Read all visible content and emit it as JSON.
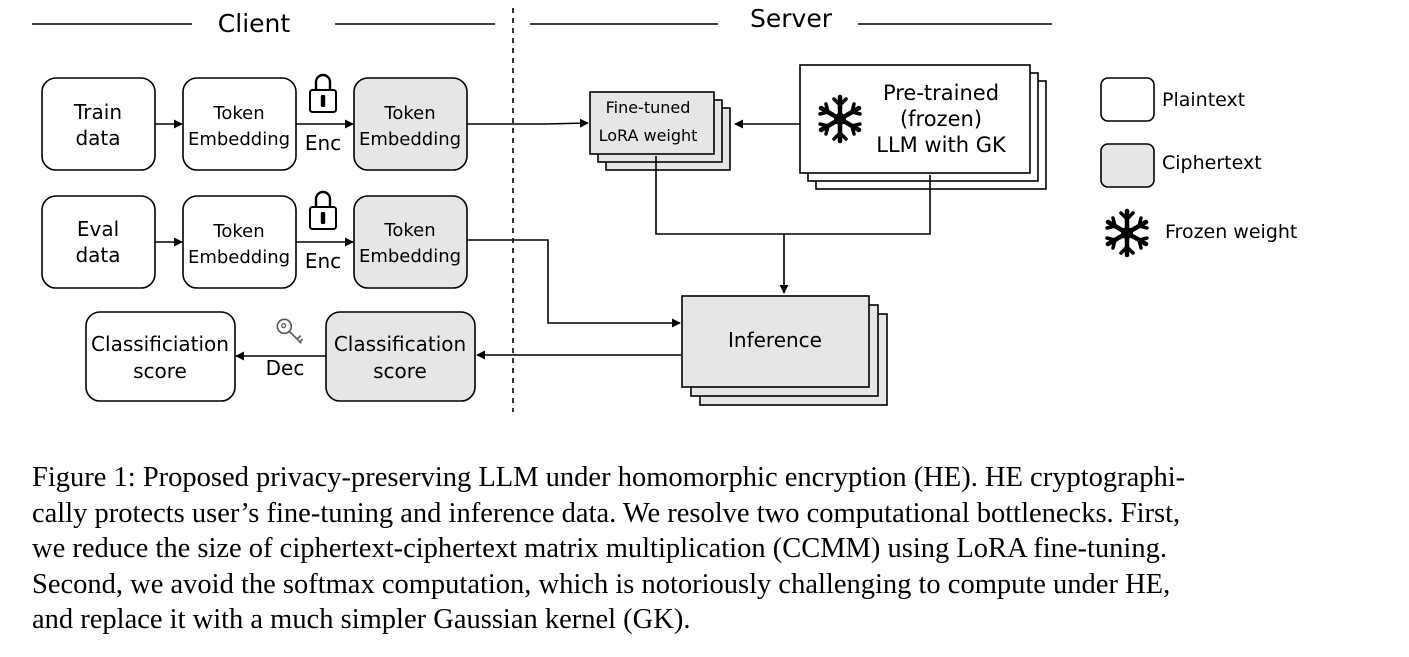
{
  "sections": {
    "client": "Client",
    "server": "Server"
  },
  "client": {
    "train_data": [
      "Train",
      "data"
    ],
    "eval_data": [
      "Eval",
      "data"
    ],
    "token_embedding": [
      "Token",
      "Embedding"
    ],
    "enc_label": "Enc",
    "dec_label": "Dec",
    "classification_score": [
      "Classificiation",
      "score"
    ],
    "enc_classification_score": [
      "Classification",
      "score"
    ]
  },
  "server": {
    "lora": [
      "Fine-tuned",
      "LoRA weight"
    ],
    "pretrained": [
      "Pre-trained",
      "(frozen)",
      "LLM with GK"
    ],
    "inference": "Inference"
  },
  "legend": {
    "plaintext": "Plaintext",
    "ciphertext": "Ciphertext",
    "frozen": "Frozen weight"
  },
  "colors": {
    "ciphertext_fill": "#e6e6e6",
    "plaintext_fill": "#ffffff"
  },
  "caption": {
    "lines": [
      "Figure 1: Proposed privacy-preserving LLM under homomorphic encryption (HE). HE cryptographi-",
      "cally protects user’s fine-tuning and inference data. We resolve two computational bottlenecks. First,",
      "we reduce the size of ciphertext-ciphertext matrix multiplication (CCMM) using LoRA fine-tuning.",
      "Second, we avoid the softmax computation, which is notoriously challenging to compute under HE,",
      "and replace it with a much simpler Gaussian kernel (GK)."
    ]
  }
}
